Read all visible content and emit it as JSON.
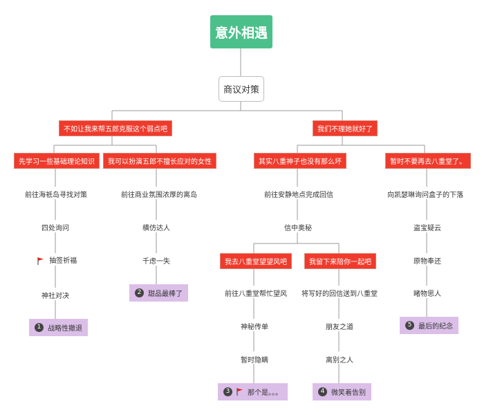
{
  "root": "意外相遇",
  "topic": "商议对策",
  "branches": {
    "left": "不如让我来帮五郎克服这个弱点吧",
    "right": "我们不理她就好了"
  },
  "sub": {
    "a": "先学习一些基础理论知识",
    "b": "我可以扮演五郎不擅长应对的女性",
    "c": "其实八重神子也没有那么坏",
    "d": "暂时不要再去八重堂了。"
  },
  "chainA": [
    "前往海祇岛寻找对策",
    "四处询问",
    "抽签祈福",
    "神社对决"
  ],
  "endA": {
    "num": "1",
    "label": "战略性撤退"
  },
  "chainB": [
    "前往商业氛围浓厚的离岛",
    "横仿达人",
    "千虑一失"
  ],
  "endB": {
    "num": "2",
    "label": "甜品最棒了"
  },
  "chainC": [
    "前往安静地点完成回信",
    "信中奥秘"
  ],
  "subC": {
    "c1": "我去八重堂望望风吧",
    "c2": "我留下来陪你一起吧"
  },
  "chainC1": [
    "前往八重堂帮忙望风",
    "神秘传单",
    "暂时隐瞒"
  ],
  "endC1": {
    "num": "3",
    "label": "那个是。。。"
  },
  "chainC2": [
    "将写好的回信送到八重堂",
    "朋友之道",
    "离别之人"
  ],
  "endC2": {
    "num": "4",
    "label": "微笑着告别"
  },
  "chainD": [
    "向凯瑟琳询问盒子的下落",
    "盗宝疑云",
    "原物奉还",
    "睹物思人"
  ],
  "endD": {
    "num": "5",
    "label": "最后的纪念"
  },
  "colors": {
    "root": "#4cc08a",
    "red": "#ee3b2c",
    "end": "#dbbfe8",
    "flag": "#e0201c"
  }
}
